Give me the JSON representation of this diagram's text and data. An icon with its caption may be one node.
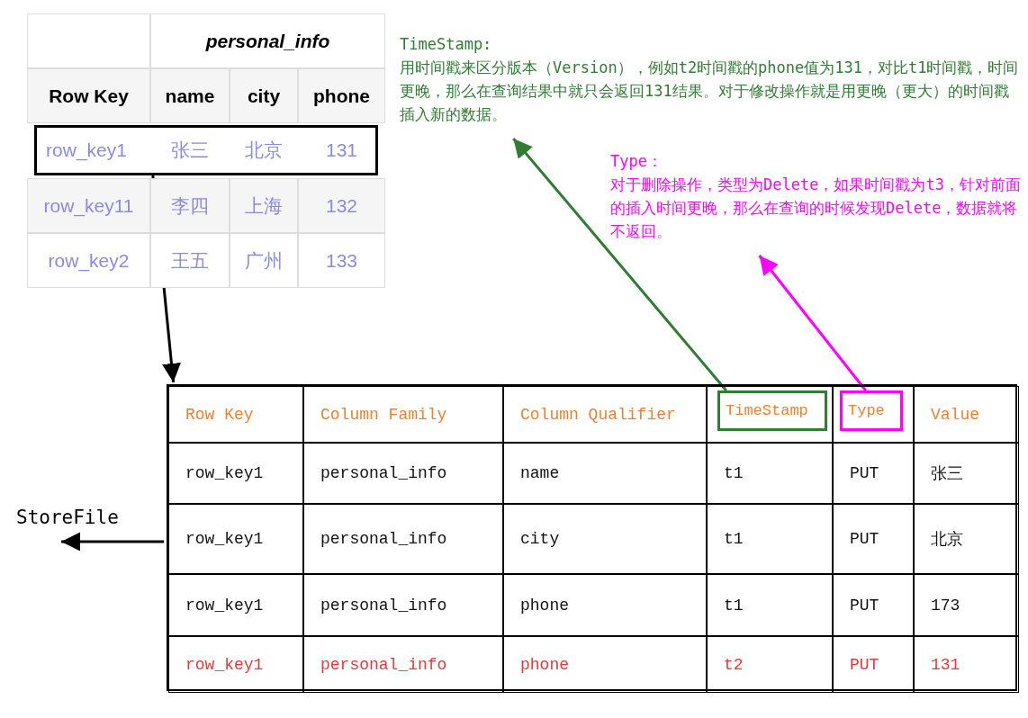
{
  "diagram": {
    "nodes": [
      {
        "text": [
          "personal_info",
          "Row Key",
          "name",
          "city",
          "phone",
          "row_key11",
          "李四",
          "上海",
          "132",
          "row_key2",
          "王五",
          "广州",
          "133"
        ]
      },
      {
        "text": [
          "row_key1",
          "张三",
          "北京",
          "131"
        ],
        "in": 0
      },
      {
        "text": [
          "Row Key",
          "Column Family",
          "Column Qualifier",
          "Value",
          "row_key1",
          "personal_info",
          "name",
          "t1",
          "PUT",
          "张三",
          "row_key1",
          "personal_info",
          "city",
          "t1",
          "PUT",
          "北京",
          "row_key1",
          "personal_info",
          "phone",
          "t1",
          "PUT",
          "173",
          "row_key1",
          "personal_info",
          "phone",
          "t2",
          "PUT",
          "131"
        ]
      },
      {
        "text": [
          "TimeStamp"
        ],
        "in": 2
      },
      {
        "text": [
          "Type"
        ],
        "in": 2
      },
      {
        "text": [
          "TimeStamp:",
          "用时间戳来区分版本（Version），例如t2时间戳的phone值为131，对比t1时间戳，时间更晚，那么在查询结果中就只会返回131结果。对于修改操作就是用更晚（更大）的时间戳插入新的数据。"
        ]
      },
      {
        "text": [
          "Type：",
          "对于删除操作，类型为Delete，如果时间戳为t3，针对前面的插入时间更晚，那么在查询的时候发现Delete，数据就将不返回。"
        ]
      },
      {
        "text": [
          "StoreFile"
        ]
      }
    ],
    "edges": [
      {
        "from": 1,
        "to": 2,
        "arrow": "to"
      },
      {
        "from": 3,
        "to": 5,
        "arrow": "to",
        "color": "#2e7d32"
      },
      {
        "from": 4,
        "to": 6,
        "arrow": "to",
        "color": "#ff00ff"
      },
      {
        "from": 2,
        "to": 7,
        "arrow": "to"
      }
    ]
  }
}
